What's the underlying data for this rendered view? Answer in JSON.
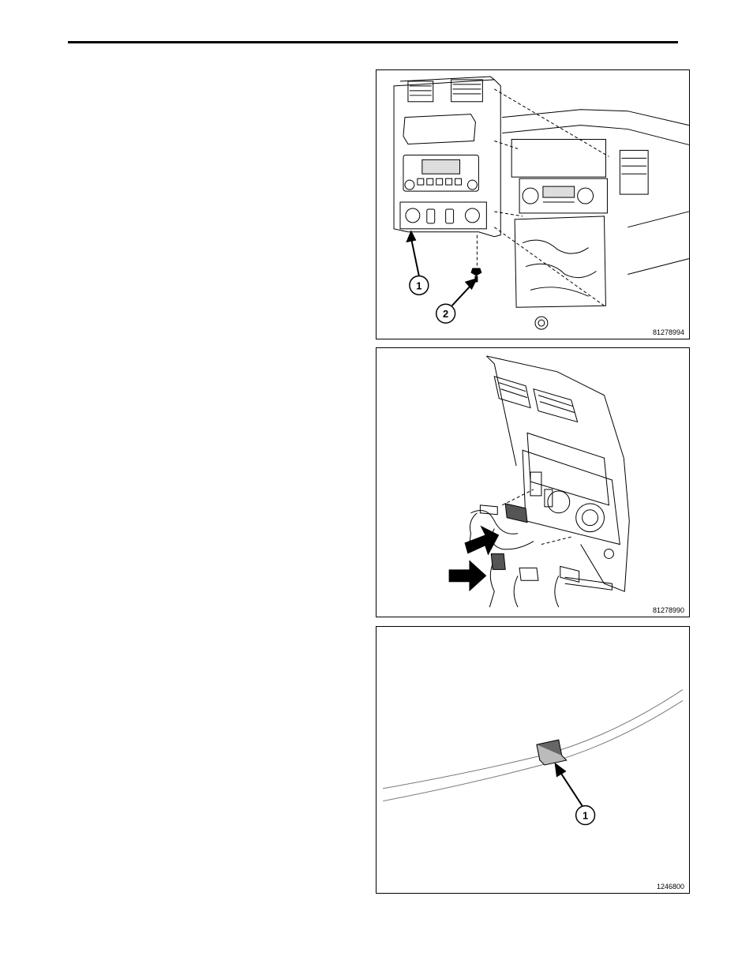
{
  "figures": [
    {
      "id": "81278994",
      "callouts": [
        "1",
        "2"
      ],
      "icon": "dashboard-bezel-removal-illustration"
    },
    {
      "id": "81278990",
      "callouts": [],
      "icon": "bezel-connector-disconnect-illustration"
    },
    {
      "id": "1246800",
      "callouts": [
        "1"
      ],
      "icon": "wire-harness-clip-illustration"
    }
  ]
}
